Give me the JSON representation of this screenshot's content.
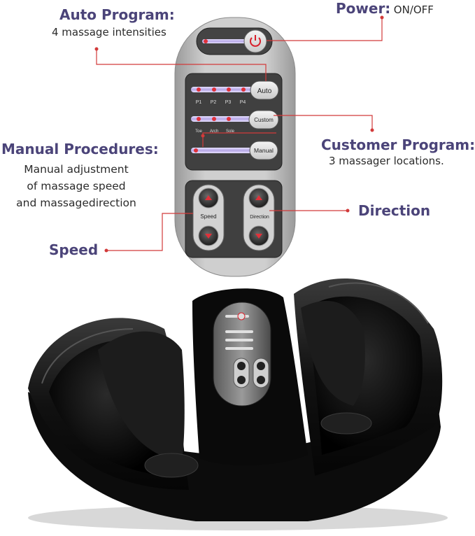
{
  "labels": {
    "auto": {
      "title": "Auto Program:",
      "sub": "4 massage intensities"
    },
    "power": {
      "title": "Power:",
      "value": "ON/OFF"
    },
    "manual": {
      "title": "Manual Procedures:",
      "lines": [
        "Manual adjustment",
        "of massage speed",
        "and massagedirection"
      ]
    },
    "customer": {
      "title": "Customer Program:",
      "sub": "3 massager locations."
    },
    "direction": {
      "title": "Direction"
    },
    "speed": {
      "title": "Speed"
    }
  },
  "remote": {
    "buttons": {
      "auto": "Auto",
      "custom": "Custom",
      "manual": "Manual",
      "speed": "Speed",
      "direction": "Direction"
    },
    "auto_levels": [
      "P1",
      "P2",
      "P3",
      "P4"
    ],
    "custom_zones": [
      "Toe",
      "Arch",
      "Sole"
    ]
  },
  "colors": {
    "heading": "#4b4479",
    "leader_line": "#d23a3a",
    "indicator_light": "#e0313a",
    "slider_track": "#b5a6e6"
  },
  "icons": [
    "power-icon",
    "up-arrow-icon",
    "down-arrow-icon",
    "foot-massager-photo"
  ]
}
